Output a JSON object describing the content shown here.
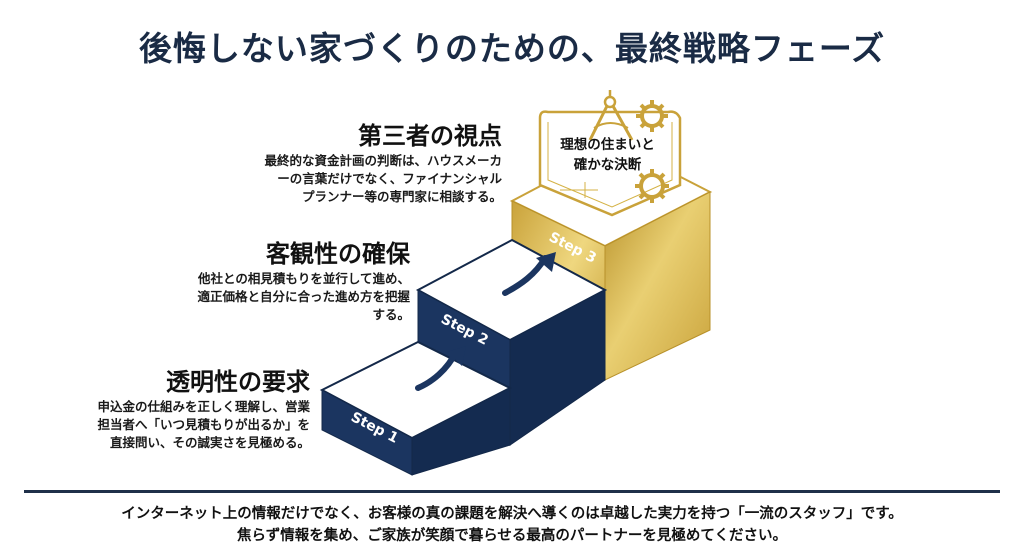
{
  "title": "後悔しない家づくりのための、最終戦略フェーズ",
  "steps": [
    {
      "label": "Step 1",
      "heading": "透明性の要求",
      "lines": [
        "申込金の仕組みを正しく理解し、営業",
        "担当者へ「いつ見積もりが出るか」を",
        "直接問い、その誠実さを見極める。"
      ]
    },
    {
      "label": "Step 2",
      "heading": "客観性の確保",
      "lines": [
        "他社との相見積もりを並行して進め、",
        "適正価格と自分に合った進め方を把握",
        "する。"
      ]
    },
    {
      "label": "Step 3",
      "heading": "第三者の視点",
      "lines": [
        "最終的な資金計画の判断は、ハウスメーカ",
        "ーの言葉だけでなく、ファイナンシャル",
        "プランナー等の専門家に相談する。"
      ]
    }
  ],
  "goal_badge": {
    "lines": [
      "理想の住まいと",
      "確かな決断"
    ],
    "icons": [
      "blueprint-icon",
      "compass-icon",
      "gear-icon"
    ]
  },
  "footer": {
    "lines": [
      "インターネット上の情報だけでなく、お客様の真の課題を解決へ導くのは卓越した実力を持つ「一流のスタッフ」です。",
      "焦らず情報を集め、ご家族が笑顔で暮らせる最高のパートナーを見極めてください。"
    ]
  },
  "colors": {
    "navy": "#1b3560",
    "navy_dark": "#132849",
    "gold": "#d4b245",
    "gold_light": "#ead17a",
    "title": "#1a2b45"
  }
}
